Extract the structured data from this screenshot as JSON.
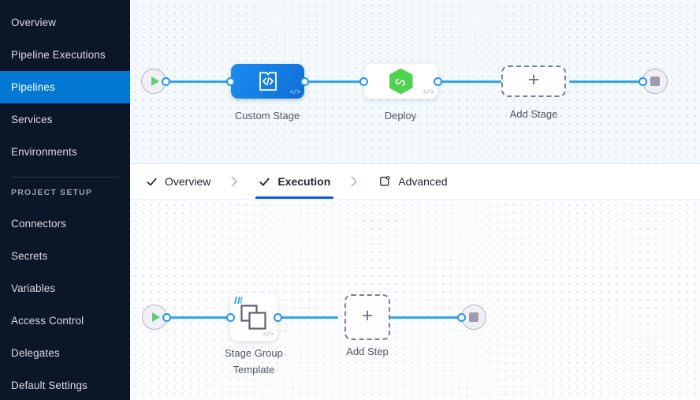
{
  "sidebar": {
    "items": [
      {
        "label": "Overview",
        "active": false
      },
      {
        "label": "Pipeline Executions",
        "active": false
      },
      {
        "label": "Pipelines",
        "active": true
      },
      {
        "label": "Services",
        "active": false
      },
      {
        "label": "Environments",
        "active": false
      }
    ],
    "section_label": "PROJECT SETUP",
    "setup_items": [
      {
        "label": "Connectors"
      },
      {
        "label": "Secrets"
      },
      {
        "label": "Variables"
      },
      {
        "label": "Access Control"
      },
      {
        "label": "Delegates"
      },
      {
        "label": "Default Settings"
      }
    ],
    "active_color": "#0278d5",
    "background_color": "#0b1628"
  },
  "tabs": {
    "items": [
      {
        "label": "Overview",
        "icon": "check-icon",
        "active": false
      },
      {
        "label": "Execution",
        "icon": "check-icon",
        "active": true
      },
      {
        "label": "Advanced",
        "icon": "advanced-settings-icon",
        "active": false
      }
    ],
    "separator_icon": "chevron-right-icon",
    "active_underline_color": "#0b5cd7"
  },
  "stage_graph": {
    "start_node": {
      "icon": "play-icon",
      "color": "#5fcd7e"
    },
    "end_node": {
      "icon": "stop-icon",
      "color": "#9d9aab"
    },
    "nodes": [
      {
        "label": "Custom Stage",
        "type": "custom-stage",
        "icon": "custom-stage-icon",
        "badge": "</>"
      },
      {
        "label": "Deploy",
        "type": "deploy-stage",
        "icon": "harness-deploy-icon",
        "badge": "</>"
      },
      {
        "label": "Add Stage",
        "type": "add-stage",
        "icon": "plus-icon"
      }
    ],
    "edge_color": "#33a5e8"
  },
  "execution_graph": {
    "start_node": {
      "icon": "play-icon",
      "color": "#5fcd7e"
    },
    "end_node": {
      "icon": "stop-icon",
      "color": "#9d9aab"
    },
    "nodes": [
      {
        "label": "Stage Group\nTemplate",
        "type": "step-group-template",
        "icon": "step-group-icon",
        "badge": "</>",
        "template_marker": true
      },
      {
        "label": "Add Step",
        "type": "add-step",
        "icon": "plus-icon"
      }
    ],
    "edge_color": "#33a5e8"
  }
}
